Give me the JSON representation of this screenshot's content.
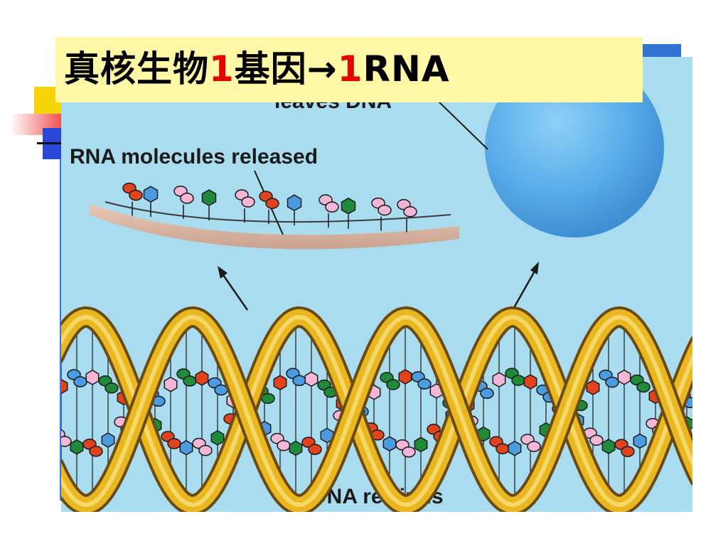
{
  "title": {
    "part1": "真核生物",
    "num1": "1",
    "part2": "基因→",
    "num2": "1",
    "part3": "RNA"
  },
  "diagram": {
    "label_top": "leaves DNA",
    "label_rna": "RNA molecules released",
    "label_bottom": "DNA rewinds"
  },
  "colors": {
    "panel_bg": "#a9dcee",
    "title_bg": "#fef8a6",
    "strand_yellow": "#e9b820",
    "strand_brown": "#6b4a12",
    "title_number": "#e60000",
    "base_orange": "#e2431f",
    "base_blue": "#4a9be0",
    "base_pink": "#f4b6d6",
    "base_green": "#1f8a3a",
    "sphere": "#57aee8"
  }
}
